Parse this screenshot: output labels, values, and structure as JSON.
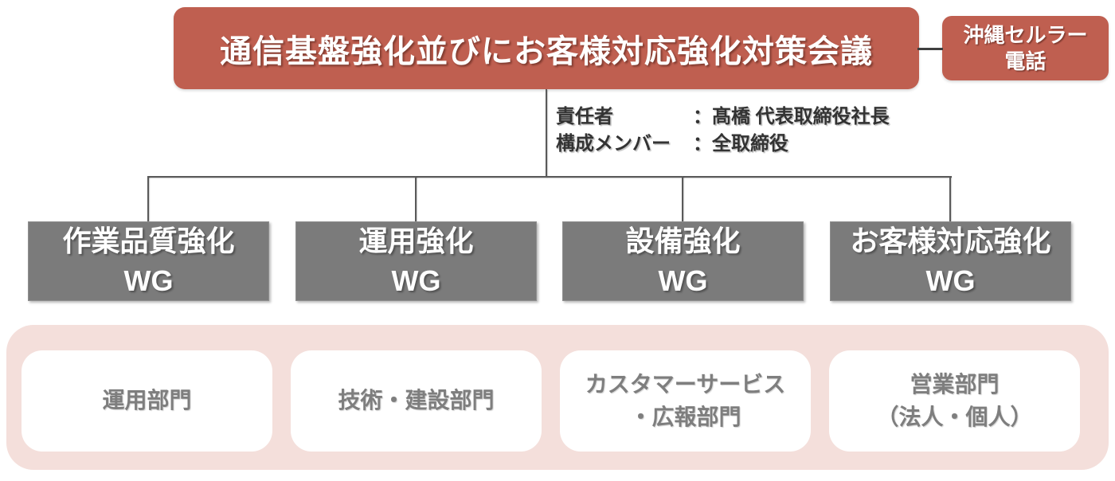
{
  "colors": {
    "accent-red": "#bf5f50",
    "box-gray": "#7b7b7b",
    "panel-pink": "#f4dfdb",
    "line-gray": "#5a5a5a",
    "link-dark": "#3f3f3f",
    "text-dark": "#333333",
    "text-gray": "#7e7e7e"
  },
  "header": {
    "title": "通信基盤強化並びにお客様対応強化対策会議",
    "company": {
      "line1": "沖縄セルラー",
      "line2": "電話"
    }
  },
  "info": {
    "rows": [
      {
        "label": "責任者",
        "colon": "：",
        "value": "髙橋 代表取締役社長"
      },
      {
        "label": "構成メンバー",
        "colon": "：",
        "value": "全取締役"
      }
    ]
  },
  "working_groups": [
    {
      "line1": "作業品質強化",
      "line2": "WG"
    },
    {
      "line1": "運用強化",
      "line2": "WG"
    },
    {
      "line1": "設備強化",
      "line2": "WG"
    },
    {
      "line1": "お客様対応強化",
      "line2": "WG"
    }
  ],
  "departments": [
    {
      "line1": "運用部門",
      "line2": ""
    },
    {
      "line1": "技術・建設部門",
      "line2": ""
    },
    {
      "line1": "カスタマーサービス",
      "line2": "・広報部門"
    },
    {
      "line1": "営業部門",
      "line2": "（法人・個人）"
    }
  ]
}
